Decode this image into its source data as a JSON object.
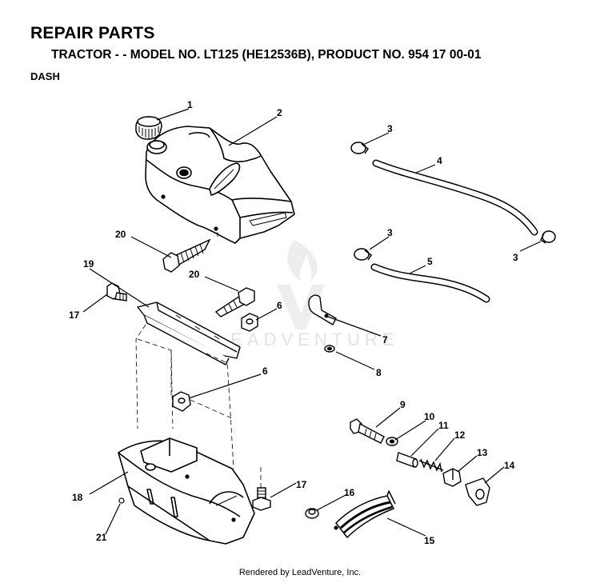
{
  "header": {
    "title": "REPAIR PARTS",
    "subtitle": "TRACTOR - - MODEL NO. LT125 (HE12536B),  PRODUCT NO. 954 17 00-01",
    "section": "DASH"
  },
  "watermark": "LEADVENTURE",
  "footer": "Rendered by LeadVenture, Inc.",
  "callouts": [
    "1",
    "2",
    "3",
    "4",
    "3",
    "5",
    "3",
    "20",
    "19",
    "20",
    "6",
    "17",
    "7",
    "8",
    "6",
    "9",
    "10",
    "11",
    "12",
    "13",
    "14",
    "18",
    "17",
    "16",
    "21",
    "15"
  ]
}
